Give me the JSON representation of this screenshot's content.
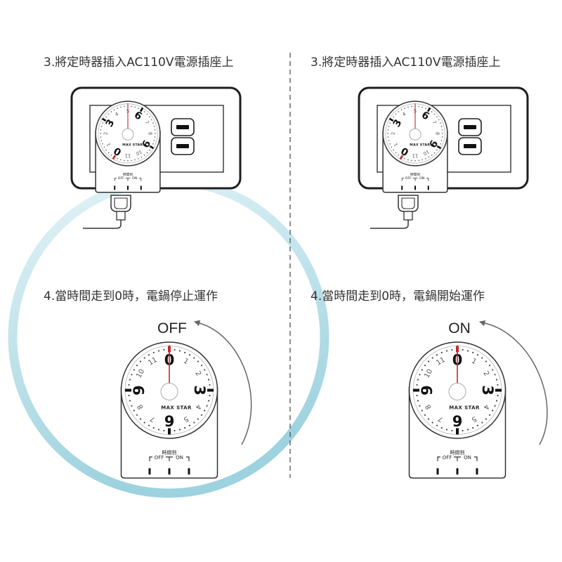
{
  "panels": {
    "plug_in_left": {
      "heading": "3.將定時器插入AC110V電源插座上",
      "pointer_value": 5
    },
    "plug_in_right": {
      "heading": "3.將定時器插入AC110V電源插座上",
      "pointer_value": 5
    },
    "timeout_off": {
      "heading": "4.當時間走到0時，電鍋停止運作",
      "state_label": "OFF",
      "pointer_value": 0
    },
    "timeout_on": {
      "heading": "4.當時間走到0時，電鍋開始運作",
      "state_label": "ON",
      "pointer_value": 0
    }
  },
  "timer": {
    "brand": "MAX STAR",
    "switch_title": "時間到",
    "switch_off_label": "OFF",
    "switch_on_label": "ON",
    "dial_numbers": [
      "0",
      "1",
      "2",
      "3",
      "4",
      "5",
      "6",
      "7",
      "8",
      "9",
      "10",
      "11"
    ]
  },
  "icons": {
    "rotation_arrow": "counterclockwise-arrow-icon",
    "plug": "power-plug-icon",
    "outlet": "wall-outlet-icon"
  },
  "colors": {
    "ring_light": "#e4f4f7",
    "ring_dark": "#9dd2df",
    "hand": "#c62828",
    "arrow": "#666666",
    "outline": "#333333",
    "text": "#222222"
  }
}
